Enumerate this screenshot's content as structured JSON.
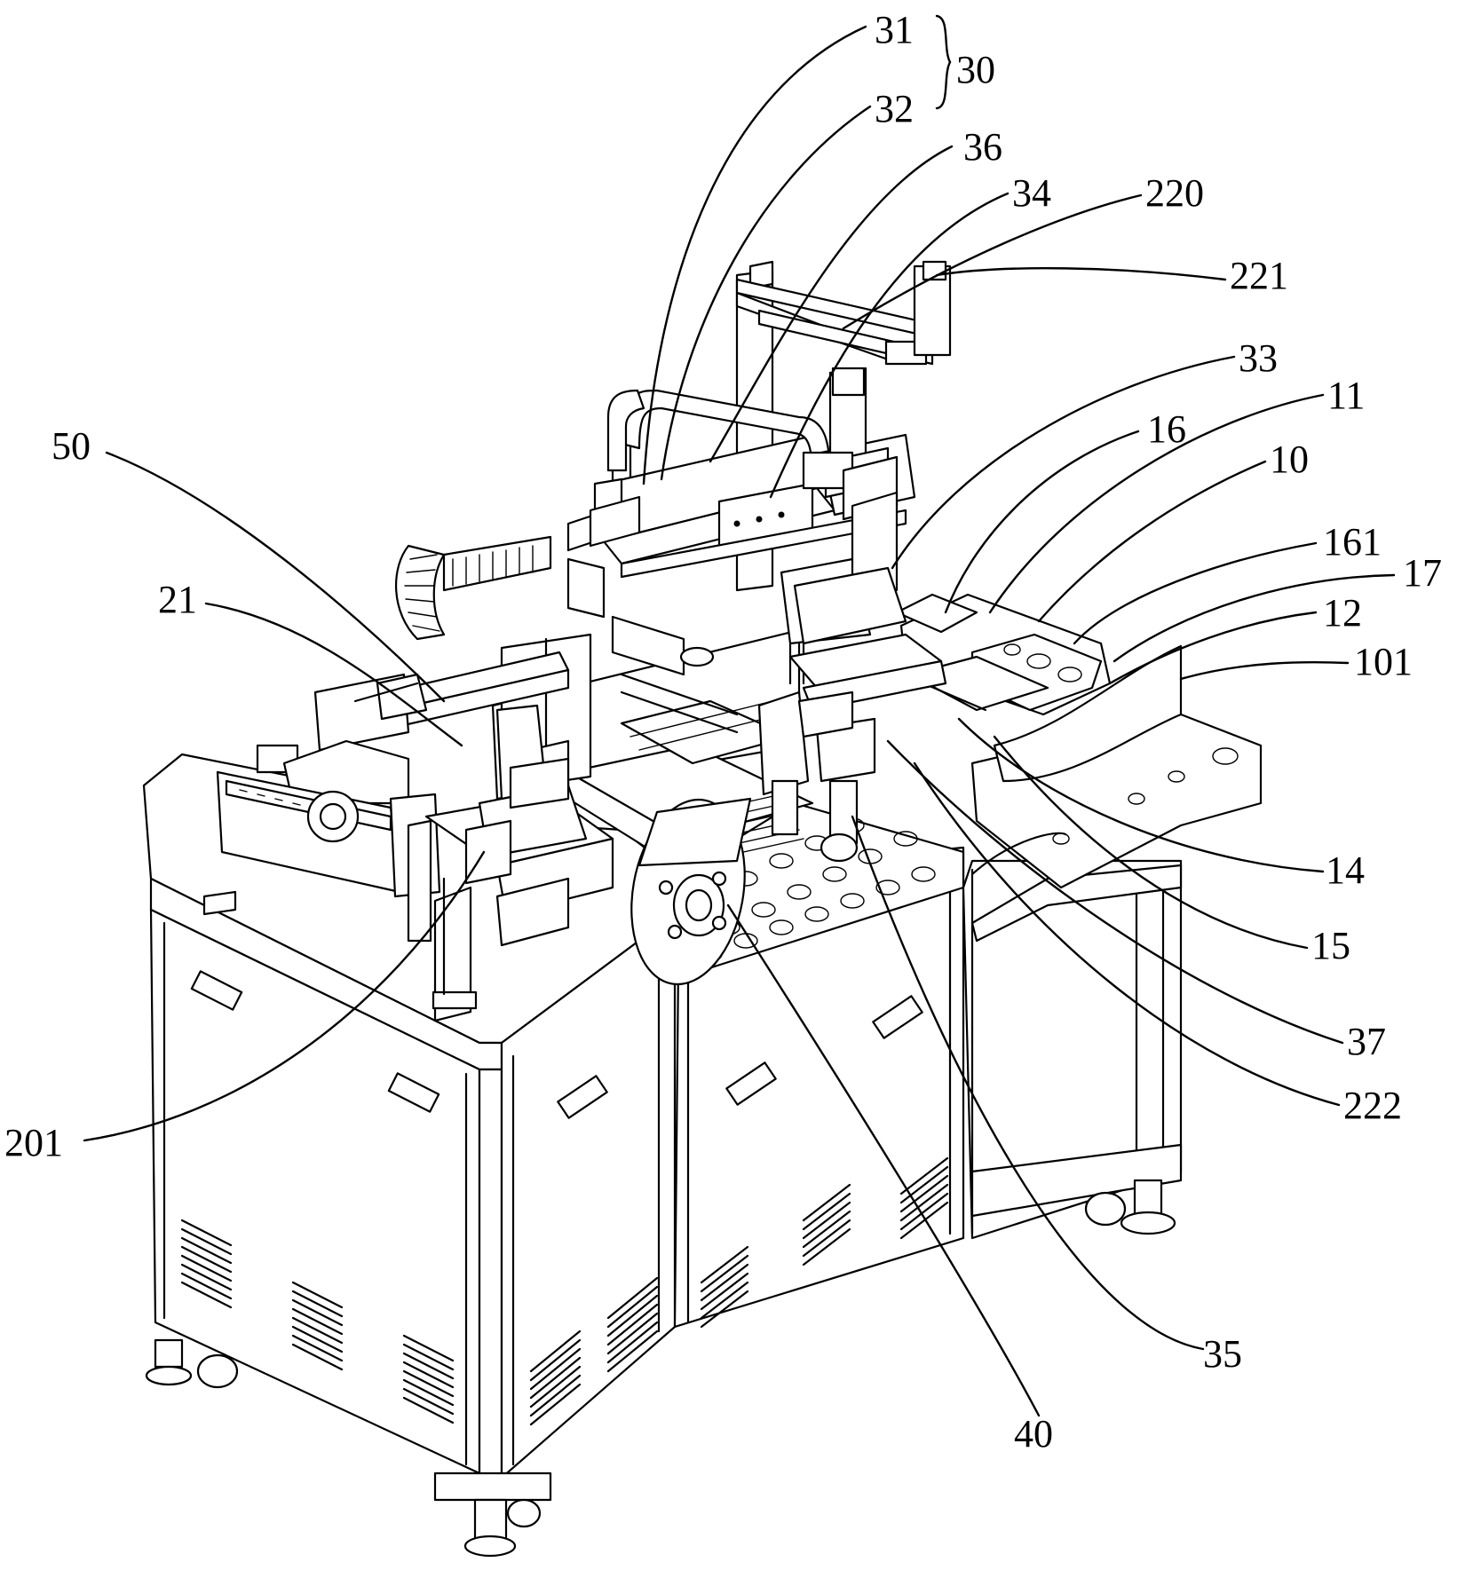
{
  "labels": {
    "l31": "31",
    "l30": "30",
    "l32": "32",
    "l36": "36",
    "l34": "34",
    "l220": "220",
    "l221": "221",
    "l33": "33",
    "l11": "11",
    "l16": "16",
    "l10": "10",
    "l161": "161",
    "l17": "17",
    "l12": "12",
    "l101": "101",
    "l50": "50",
    "l21": "21",
    "l14": "14",
    "l15": "15",
    "l37": "37",
    "l222": "222",
    "l201": "201",
    "l35": "35",
    "l40": "40"
  }
}
